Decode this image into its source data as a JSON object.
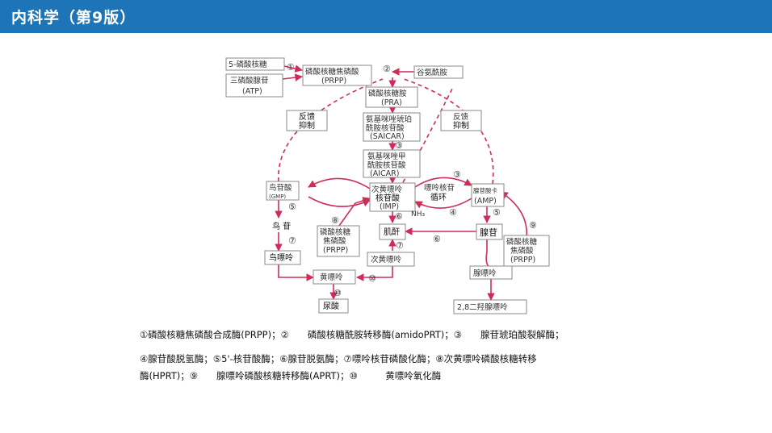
{
  "header": {
    "title": "内科学（第9版）"
  },
  "colors": {
    "header": "#1d74b7",
    "arrow": "#cf2d58"
  },
  "nodes": {
    "r5p": "5-磷酸核糖",
    "atp_1": "三磷酸腺苷",
    "atp_2": "(ATP)",
    "prpp_1": "磷酸核糖焦磷酸",
    "prpp_2": "(PRPP)",
    "gln": "谷氨酰胺",
    "pra_1": "磷酸核糖胺",
    "pra_2": "(PRA)",
    "fb_left_1": "反馈",
    "fb_left_2": "抑制",
    "fb_right_1": "反馈",
    "fb_right_2": "抑制",
    "saicar_1": "氨基咪唑琥珀",
    "saicar_2": "酰胺核苷酸",
    "saicar_3": "(SAICAR)",
    "aicar_1": "氨基咪唑甲",
    "aicar_2": "酰胺核苷酸",
    "aicar_3": "(AICAR)",
    "gmp_1": "鸟苷酸",
    "gmp_2": "(GMP)",
    "imp_1": "次黄嘌呤",
    "imp_2": "核苷酸",
    "imp_3": "(IMP)",
    "cycle_1": "嘌呤核苷",
    "cycle_2": "循环",
    "amp_1": "腺苷酸卡",
    "amp_2": "(AMP)",
    "nh3": "NH₃",
    "guanosine": "鸟 苷",
    "prpp2_1": "磷酸核糖",
    "prpp2_2": "焦磷酸",
    "prpp2_3": "(PRPP)",
    "inosine": "肌酐",
    "adenosine": "腺苷",
    "prpp3_1": "磷酸核糖",
    "prpp3_2": "焦磷酸",
    "prpp3_3": "(PRPP)",
    "guanine": "鸟嘌呤",
    "hypoxanthine": "次黄嘌呤",
    "adenine": "腺嘌呤",
    "xanthine": "黄嘌呤",
    "uric": "尿酸",
    "dha": "2,8二羟腺嘌呤"
  },
  "markers": {
    "m1": "①",
    "m2": "②",
    "m3a": "③",
    "m3b": "③",
    "m4": "④",
    "m5a": "⑤",
    "m5b": "⑤",
    "m6a": "⑥",
    "m6b": "⑥",
    "m7a": "⑦",
    "m7b": "⑦",
    "m8": "⑧",
    "m9": "⑨",
    "m10a": "⑩",
    "m10b": "⑩"
  },
  "legend": {
    "line1": "①磷酸核糖焦磷酸合成酶(PRPP)；②　　磷酸核糖酰胺转移酶(amidoPRT)；③　　腺苷琥珀酸裂解酶；",
    "line2": "④腺苷酸脱氢酶；⑤5'-核苷酸酶；⑥腺苷脱氨酶；⑦嘌呤核苷磷酸化酶；⑧次黄嘌呤磷酸核糖转移",
    "line3": "酶(HPRT)；⑨　　腺嘌呤磷酸核糖转移酶(APRT)；⑩　　　黄嘌呤氧化酶"
  }
}
